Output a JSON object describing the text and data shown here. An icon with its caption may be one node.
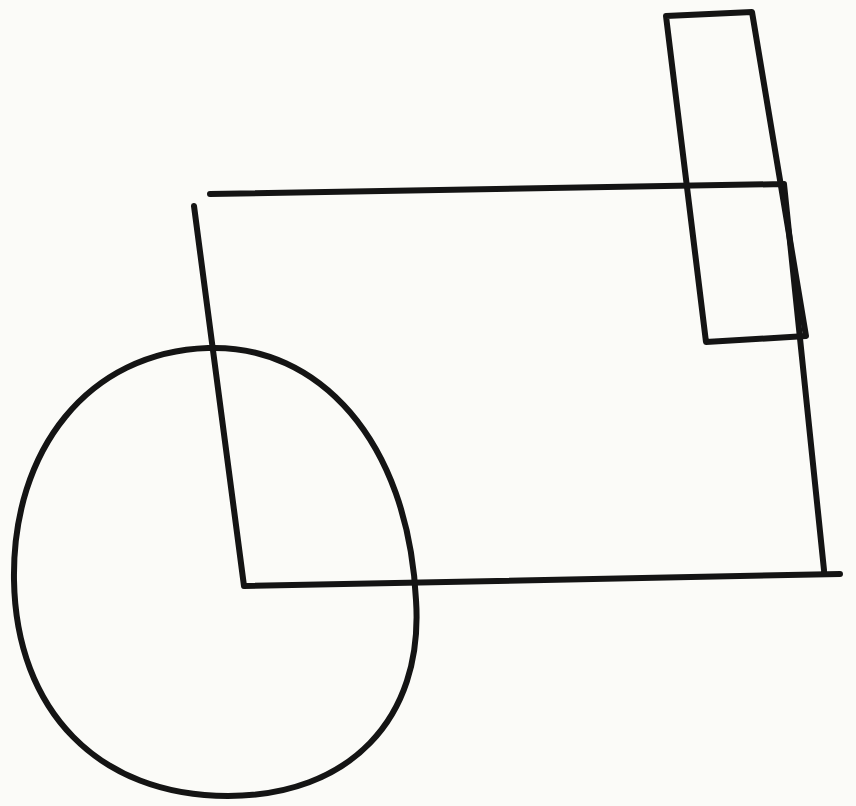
{
  "diagram": {
    "nodes": [
      {
        "text": [],
        "shape": "circle"
      },
      {
        "text": [],
        "shape": "box"
      },
      {
        "text": [],
        "shape": "box"
      }
    ]
  }
}
